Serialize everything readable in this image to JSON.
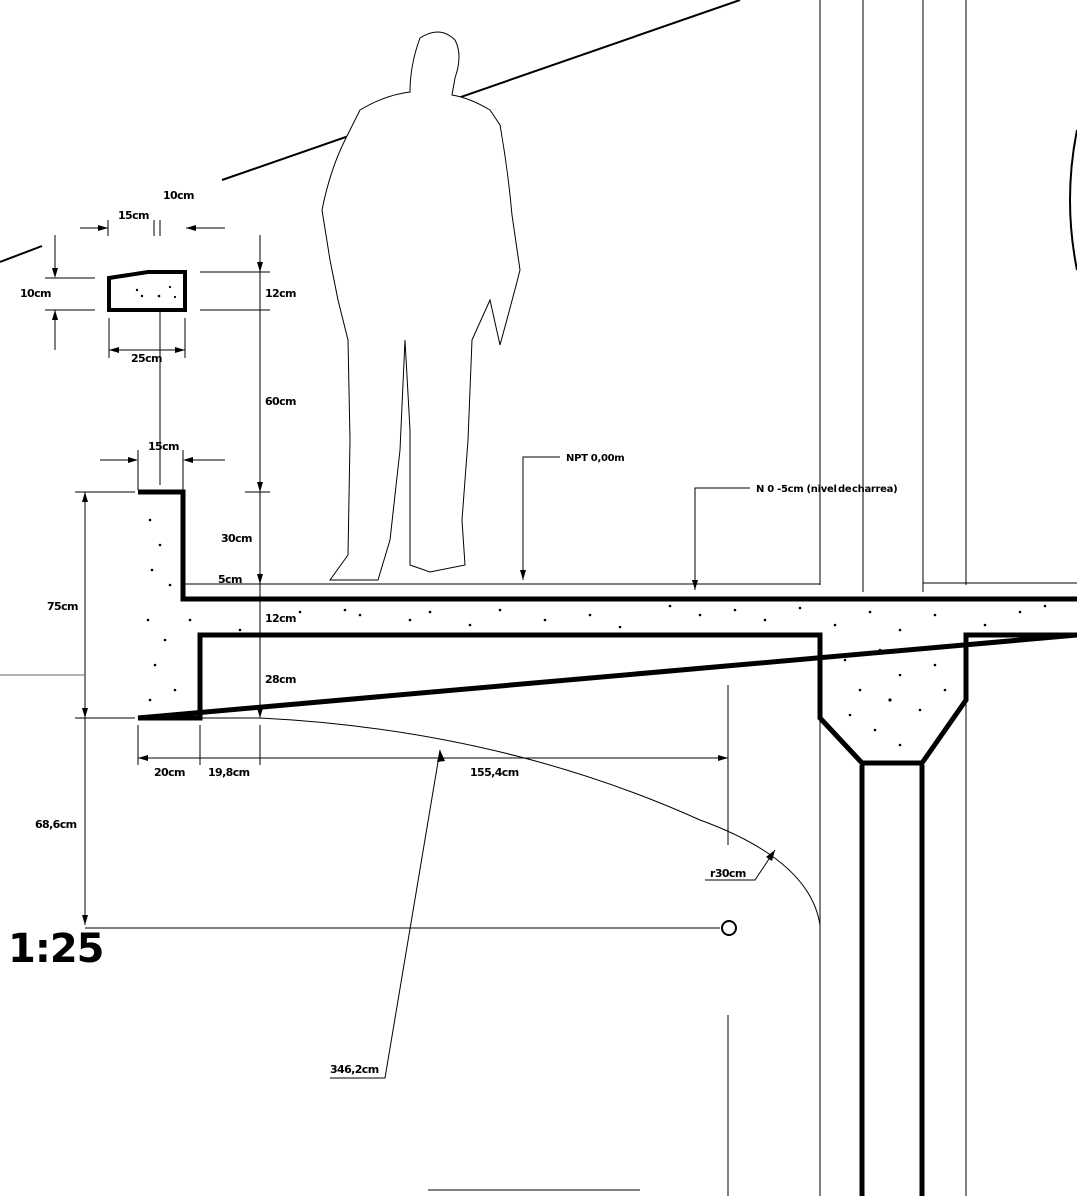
{
  "scale_label": "1:25",
  "dimensions": {
    "cap_top_width": "10cm",
    "cap_left_width": "15cm",
    "cap_height": "10cm",
    "cap_right_height": "12cm",
    "cap_bottom_width": "25cm",
    "gap_height": "60cm",
    "wall_width_top": "15cm",
    "parapet_height": "30cm",
    "sidewalk_step": "5cm",
    "slab_thickness": "12cm",
    "beam_depth": "28cm",
    "total_height": "75cm",
    "lower_height": "68,6cm",
    "wall_thickness": "20cm",
    "inner_offset": "19,8cm",
    "span_length": "155,4cm",
    "curve_radius": "r30cm",
    "arc_length": "346,2cm"
  },
  "levels": {
    "npt": "NPT 0,00m",
    "road_prefix": "N 0 -5cm (nivel",
    "road_mid": "de",
    "road_suffix": "charrea)"
  }
}
